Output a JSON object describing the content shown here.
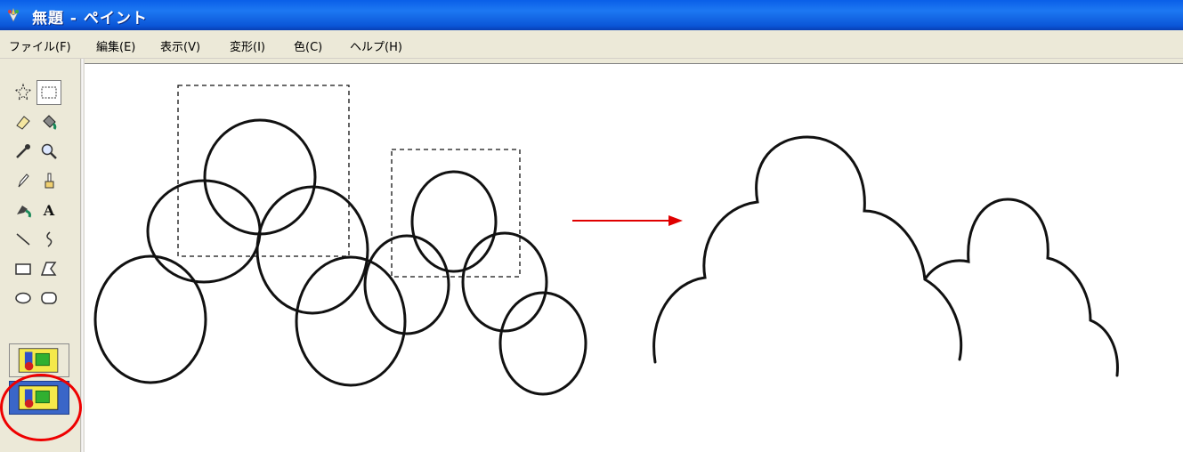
{
  "window": {
    "title": "無題 - ペイント"
  },
  "menu": {
    "items": [
      {
        "label": "ファイル(F)"
      },
      {
        "label": "編集(E)"
      },
      {
        "label": "表示(V)"
      },
      {
        "label": "変形(I)"
      },
      {
        "label": "色(C)"
      },
      {
        "label": "ヘルプ(H)"
      }
    ]
  },
  "toolbox": {
    "tools": [
      {
        "icon": "free-select-icon"
      },
      {
        "icon": "rect-select-icon",
        "selected": true
      },
      {
        "icon": "eraser-icon"
      },
      {
        "icon": "fill-bucket-icon"
      },
      {
        "icon": "color-picker-icon"
      },
      {
        "icon": "magnifier-icon"
      },
      {
        "icon": "pencil-icon"
      },
      {
        "icon": "brush-icon"
      },
      {
        "icon": "airbrush-icon"
      },
      {
        "icon": "text-icon",
        "glyph": "A"
      },
      {
        "icon": "line-icon"
      },
      {
        "icon": "curve-icon"
      },
      {
        "icon": "rectangle-icon"
      },
      {
        "icon": "polygon-icon"
      },
      {
        "icon": "ellipse-icon"
      },
      {
        "icon": "rounded-rect-icon"
      }
    ],
    "options": [
      {
        "icon": "opaque-selection-icon",
        "active": false
      },
      {
        "icon": "transparent-selection-icon",
        "active": true
      }
    ]
  },
  "colors": {
    "titlebar": "#0b56d8",
    "highlight": "#e00000",
    "arrow": "#e00000",
    "canvas": "#ffffff"
  }
}
